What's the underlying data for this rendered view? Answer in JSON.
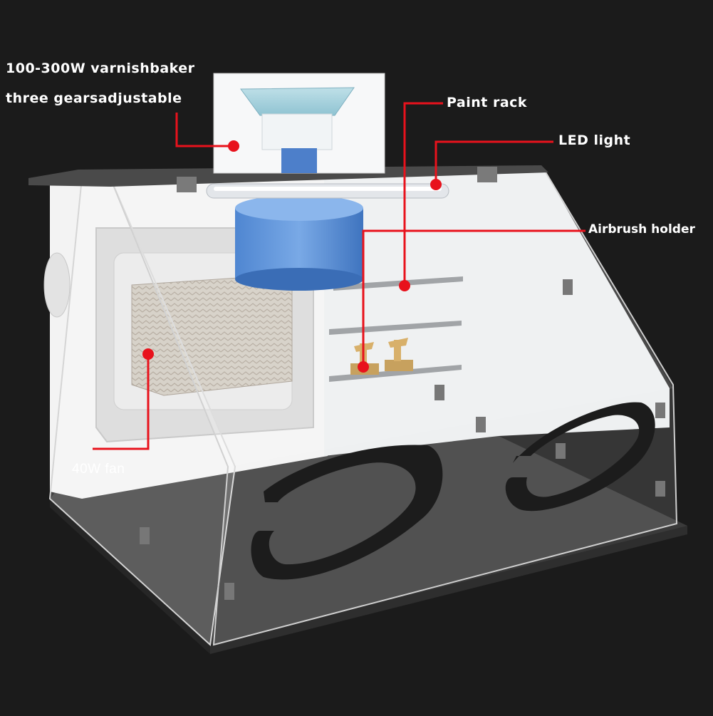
{
  "labels": {
    "varnish_line1": "100-300W varnishbaker",
    "varnish_line2": "three gearsadjustable",
    "paint_rack": "Paint rack",
    "led_light": "LED light",
    "airbrush_holder": "Airbrush holder",
    "fan": "40W fan"
  },
  "colors": {
    "background": "#1b1b1b",
    "callout": "#e8121c",
    "label_text": "#ffffff",
    "fan_shroud": "#5b8fd6",
    "filter": "#c9c1b6",
    "holder": "#c7a15e",
    "glove_port": "#1c1c1c",
    "base": "#3a3a3a"
  },
  "icons": [
    "glove-port-icon",
    "hinge-icon",
    "callout-dot-icon"
  ]
}
